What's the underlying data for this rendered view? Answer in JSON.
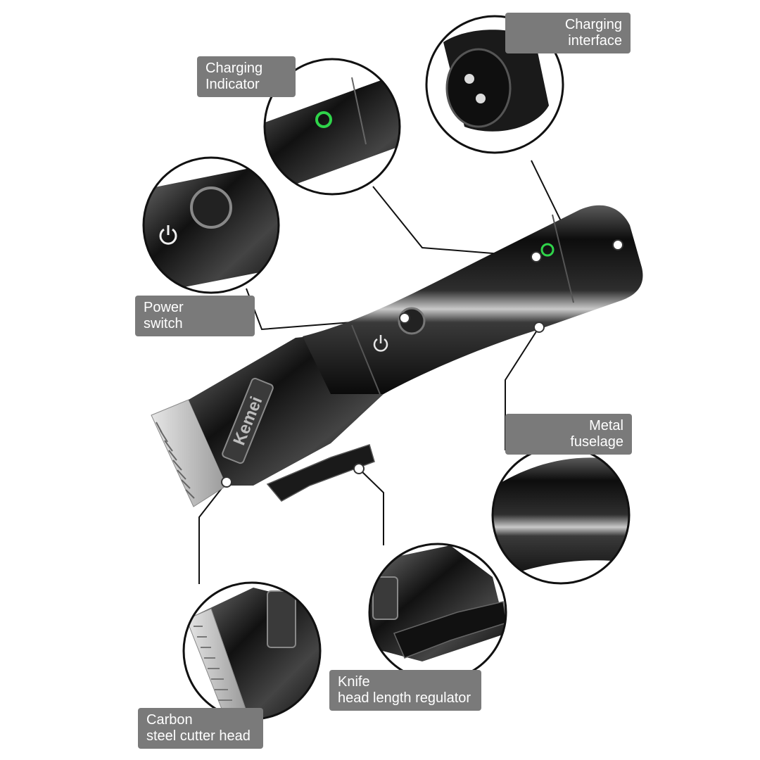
{
  "callouts": {
    "charging_interface": {
      "line1": "Charging",
      "line2": "interface"
    },
    "charging_indicator": {
      "line1": "Charging",
      "line2": "Indicator"
    },
    "power_switch": {
      "line1": "Power",
      "line2": "switch"
    },
    "metal_fuselage": {
      "line1": "Metal",
      "line2": "fuselage"
    },
    "knife_head_length_regulator": {
      "line1": "Knife",
      "line2": "head length regulator"
    },
    "carbon_steel_cutter_head": {
      "line1": "Carbon",
      "line2": "steel cutter head"
    }
  },
  "product": {
    "brand": "Kemei"
  },
  "colors": {
    "label_bg": "#7a7a7a",
    "label_text": "#ffffff",
    "body": "#1b1b1b",
    "indicator": "#2fd44a"
  }
}
